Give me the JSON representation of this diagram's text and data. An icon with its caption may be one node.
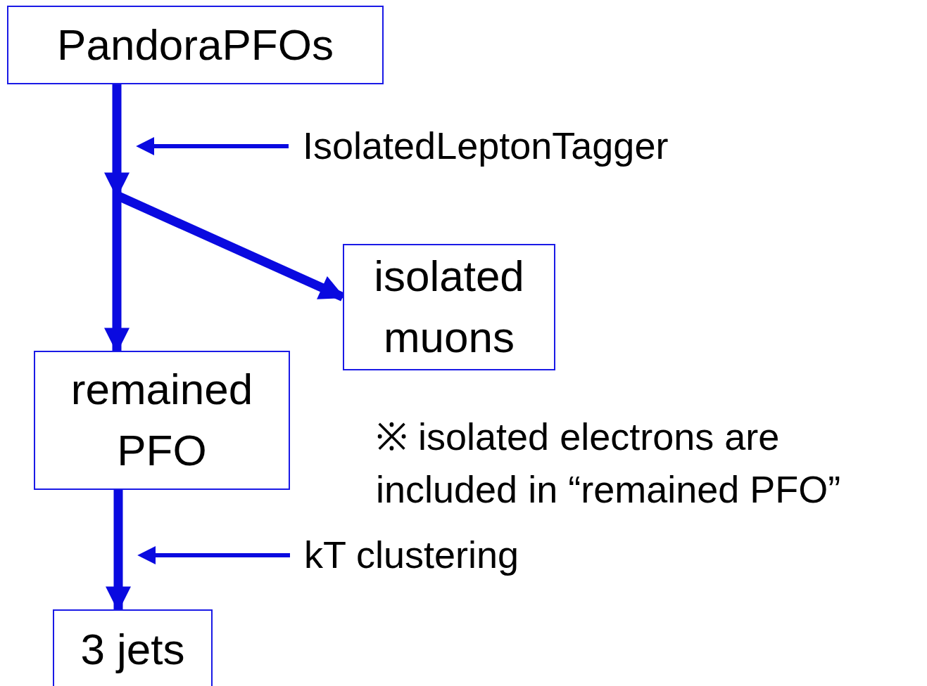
{
  "diagram": {
    "nodes": [
      {
        "text": [
          "PandoraPFOs"
        ]
      },
      {
        "text": [
          "IsolatedLeptonTagger"
        ]
      },
      {
        "text": [
          "isolated muons"
        ]
      },
      {
        "text": [
          "remained PFO"
        ]
      },
      {
        "text": [
          "kT clustering"
        ]
      },
      {
        "text": [
          "3 jets"
        ]
      }
    ],
    "edges": [
      {
        "from": 0,
        "to": 2,
        "arrow": "to"
      },
      {
        "from": 0,
        "to": 3,
        "arrow": "to"
      },
      {
        "from": 1,
        "to": null,
        "arrow": "to"
      },
      {
        "from": 3,
        "to": 5,
        "arrow": "to"
      },
      {
        "from": 4,
        "to": null,
        "arrow": "to"
      }
    ],
    "labels": [
      "※ isolated electrons are included in “remained PFO”"
    ]
  }
}
